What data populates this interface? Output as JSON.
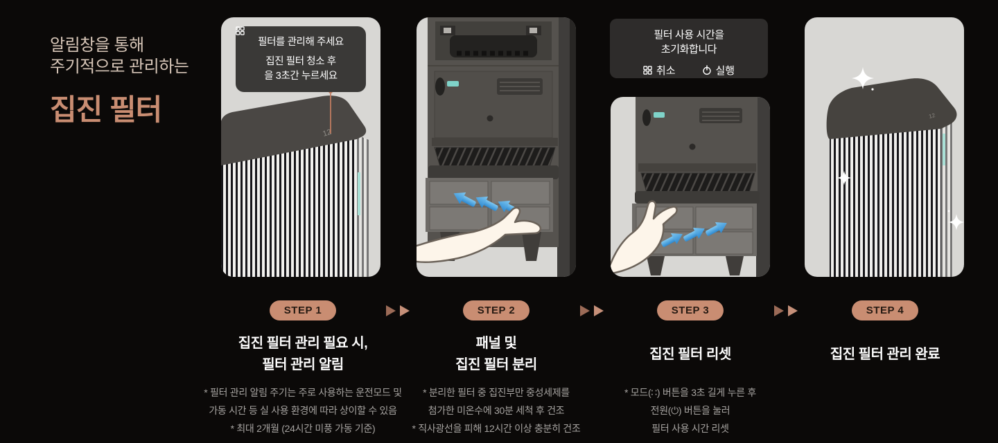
{
  "colors": {
    "background": "#0b0908",
    "panel_bg": "#d8d7d4",
    "accent_copper": "#c98d72",
    "intro_text": "#d7c6b8",
    "title_text": "#fdfdfd",
    "desc_text": "#a6a3a0",
    "tooltip_bg": "#3a3937",
    "dialog_bg": "#2e2c2b",
    "arrow_dark": "#9c6b57",
    "arrow_light": "#c69079",
    "airflow_blue": "#3f9ce0",
    "teal_accent": "#a9e0d6"
  },
  "intro": {
    "line1": "알림창을 통해",
    "line2": "주기적으로 관리하는",
    "title": "집진 필터"
  },
  "step1_tooltip": {
    "line1": "필터를 관리해 주세요",
    "line2": "집진 필터 청소 후",
    "line3_icon": "mode-grid-icon",
    "line3_suffix": "을 3초간 누르세요"
  },
  "device": {
    "display_value": "12"
  },
  "reset_dialog": {
    "line1": "필터 사용 시간을",
    "line2": "초기화합니다",
    "cancel_icon": "mode-grid-icon",
    "cancel_label": "취소",
    "run_icon": "power-icon",
    "run_label": "실행"
  },
  "steps": [
    {
      "badge": "STEP 1",
      "title": [
        "집진 필터 관리 필요 시,",
        "필터 관리 알림"
      ],
      "desc": [
        "* 필터 관리 알림 주기는 주로 사용하는 운전모드 및",
        "가동 시간 등 실 사용 환경에 따라 상이할 수 있음",
        "* 최대 2개월 (24시간 미풍 가동 기준)"
      ]
    },
    {
      "badge": "STEP 2",
      "title": [
        "패널 및",
        "집진 필터 분리"
      ],
      "desc": [
        "* 분리한 필터 중 집진부만 중성세제를",
        "첨가한 미온수에 30분 세척 후 건조",
        "* 직사광선을 피해 12시간 이상 충분히 건조"
      ]
    },
    {
      "badge": "STEP 3",
      "title": [
        "집진 필터 리셋"
      ],
      "desc": [
        "* 모드(∷) 버튼을 3초 길게 누른 후",
        "전원(⏻) 버튼을 눌러",
        "필터 사용 시간 리셋"
      ]
    },
    {
      "badge": "STEP 4",
      "title": [
        "집진 필터 관리 완료"
      ],
      "desc": []
    }
  ]
}
